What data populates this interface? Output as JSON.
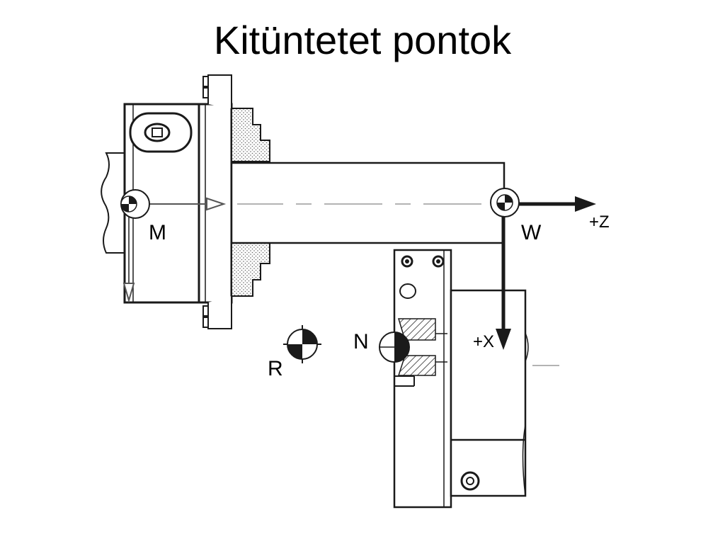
{
  "slide": {
    "title": "Kitüntetet pontok"
  },
  "points": {
    "machine_zero": "M",
    "workpiece_zero": "W",
    "reference_point": "R",
    "tool_point": "N"
  },
  "axes": {
    "z": "+Z",
    "x": "+X"
  },
  "colors": {
    "line": "#1a1a1a",
    "hatch": "#666666",
    "background": "#ffffff"
  }
}
